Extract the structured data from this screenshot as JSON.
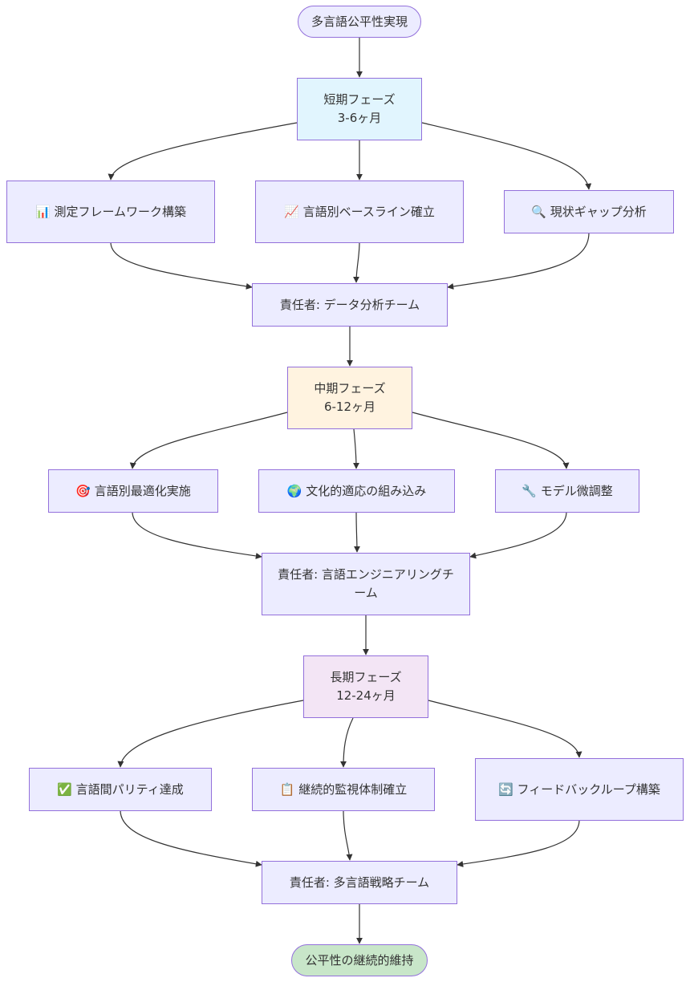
{
  "nodes": {
    "start": {
      "label": "多言語公平性実現"
    },
    "short_phase": {
      "label": "短期フェーズ\n3-6ヶ月"
    },
    "short_1": {
      "icon": "bar-chart-emoji",
      "label": "📊 測定フレームワーク構築"
    },
    "short_2": {
      "icon": "trending-up-emoji",
      "label": "📈 言語別ベースライン確立"
    },
    "short_3": {
      "icon": "magnifier-emoji",
      "label": "🔍 現状ギャップ分析"
    },
    "short_owner": {
      "label": "責任者: データ分析チーム"
    },
    "mid_phase": {
      "label": "中期フェーズ\n6-12ヶ月"
    },
    "mid_1": {
      "icon": "target-emoji",
      "label": "🎯 言語別最適化実施"
    },
    "mid_2": {
      "icon": "globe-emoji",
      "label": "🌍 文化的適応の組み込み"
    },
    "mid_3": {
      "icon": "wrench-emoji",
      "label": "🔧 モデル微調整"
    },
    "mid_owner": {
      "label": "責任者: 言語エンジニアリングチーム"
    },
    "long_phase": {
      "label": "長期フェーズ\n12-24ヶ月"
    },
    "long_1": {
      "icon": "check-mark-emoji",
      "label": "✅ 言語間パリティ達成"
    },
    "long_2": {
      "icon": "clipboard-emoji",
      "label": "📋 継続的監視体制確立"
    },
    "long_3": {
      "icon": "cycle-arrows-emoji",
      "label": "🔄 フィードバックループ構築"
    },
    "long_owner": {
      "label": "責任者: 多言語戦略チーム"
    },
    "end": {
      "label": "公平性の継続的維持"
    }
  },
  "colors": {
    "node_fill": "#ECECFF",
    "node_border": "#9370DB",
    "short_fill": "#E1F5FE",
    "mid_fill": "#FFF3E0",
    "long_fill": "#F3E5F5",
    "goal_fill": "#C8E6C9",
    "edge": "#333333",
    "text": "#333333"
  }
}
